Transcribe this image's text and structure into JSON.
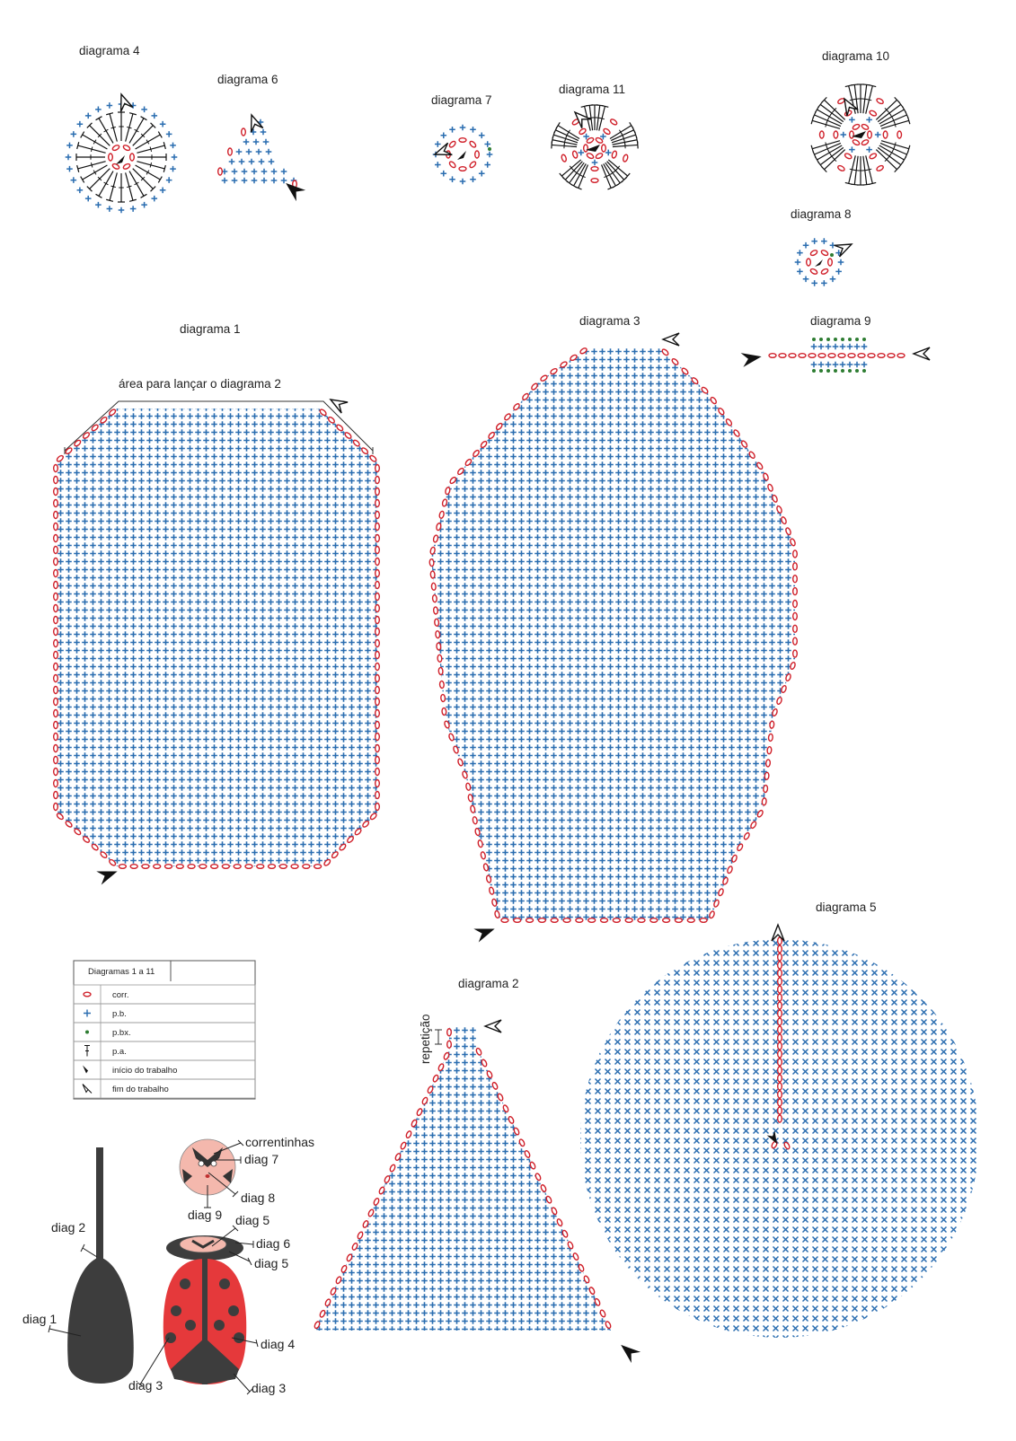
{
  "titles": {
    "d1": "diagrama 1",
    "d1_area": "área para lançar o diagrama 2",
    "d2": "diagrama 2",
    "d2_rep": "repetição",
    "d3": "diagrama 3",
    "d4": "diagrama 4",
    "d5": "diagrama 5",
    "d6": "diagrama 6",
    "d7": "diagrama 7",
    "d8": "diagrama 8",
    "d9": "diagrama 9",
    "d10": "diagrama 10",
    "d11": "diagrama 11"
  },
  "legend": {
    "title": "Diagramas 1 a 11",
    "rows": [
      {
        "symbol": "chain-oval-icon",
        "label": "corr."
      },
      {
        "symbol": "plus-stitch-icon",
        "label": "p.b."
      },
      {
        "symbol": "slip-dot-icon",
        "label": "p.bx."
      },
      {
        "symbol": "tall-stitch-icon",
        "label": "p.a."
      },
      {
        "symbol": "start-arrow-icon",
        "label": "início do trabalho"
      },
      {
        "symbol": "end-arrow-icon",
        "label": "fim do trabalho"
      }
    ]
  },
  "callouts": {
    "correntinhas": "correntinhas",
    "diag7": "diag 7",
    "diag8": "diag 8",
    "diag9": "diag 9",
    "diag5_top": "diag 5",
    "diag6": "diag 6",
    "diag5_mid": "diag 5",
    "diag2": "diag 2",
    "diag1": "diag 1",
    "diag4": "diag 4",
    "diag3_left": "diag 3",
    "diag3_right": "diag 3"
  },
  "colors": {
    "stitch": "#2a6db0",
    "chain": "#d0202a",
    "slip": "#2e7d32",
    "arrow": "#111111",
    "body_dark": "#3d3d3d",
    "ladybug_red": "#e5393b",
    "face_pink": "#f4b8ad"
  }
}
